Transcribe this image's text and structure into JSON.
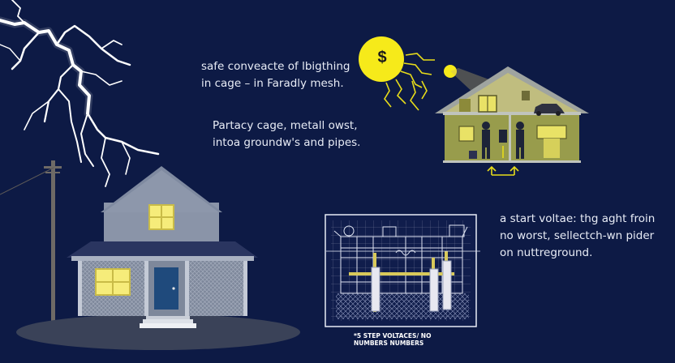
{
  "text_blocks": {
    "block1": [
      "safe conveacte of lbigthing",
      "in cage – in Faradly mesh."
    ],
    "block2": [
      "Partacy cage, metall owst,",
      "intoa groundw's and pipes."
    ],
    "block3": [
      "a start voltae: thg aght froin",
      "no worst, sellectch-wn pider",
      "on nuttreground."
    ]
  },
  "caption": [
    "*5 STEP VOLTACES/ NO",
    "NUMBERS NUMBERS"
  ],
  "icons": {
    "sun": "dollar-sun-icon",
    "house": "house-icon",
    "bolt": "lightning-icon"
  },
  "colors": {
    "background": "#0d1a45",
    "accent_yellow": "#f2e31b",
    "house_gray": "#8a94a8"
  },
  "sun_symbol": "$"
}
